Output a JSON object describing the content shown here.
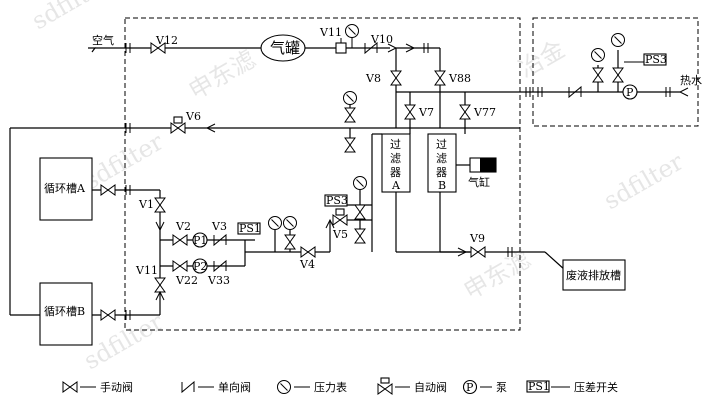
{
  "labels": {
    "air": "空气",
    "tank": "气罐",
    "hot_water": "热水",
    "cylinder": "气缸",
    "waste_tank": "废液排放槽",
    "tank_a": "循环槽A",
    "tank_b": "循环槽B",
    "filter_a": [
      "过",
      "滤",
      "器",
      "A"
    ],
    "filter_b": [
      "过",
      "滤",
      "器",
      "B"
    ],
    "pump": "P"
  },
  "valves": {
    "v12": "V12",
    "v11_top": "V11",
    "v10": "V10",
    "v8": "V8",
    "v88": "V88",
    "v7": "V7",
    "v77": "V77",
    "v6": "V6",
    "v1": "V1",
    "v2": "V2",
    "v3": "V3",
    "v11_left": "V11",
    "v22": "V22",
    "v33": "V33",
    "v4": "V4",
    "v5": "V5",
    "v9": "V9"
  },
  "switches": {
    "ps1": "PS1",
    "ps3_mid": "PS3",
    "ps3_right": "PS3"
  },
  "pumps": {
    "p1": "P1",
    "p2": "P2"
  },
  "legend": {
    "manual_valve": "手动阀",
    "check_valve": "单向阀",
    "pressure_gauge": "压力表",
    "auto_valve": "自动阀",
    "pump": "泵",
    "diff_switch_code": "PS1",
    "diff_switch": "压差开关"
  },
  "watermark": [
    "sdfilter",
    "申东滤",
    "冶金"
  ]
}
